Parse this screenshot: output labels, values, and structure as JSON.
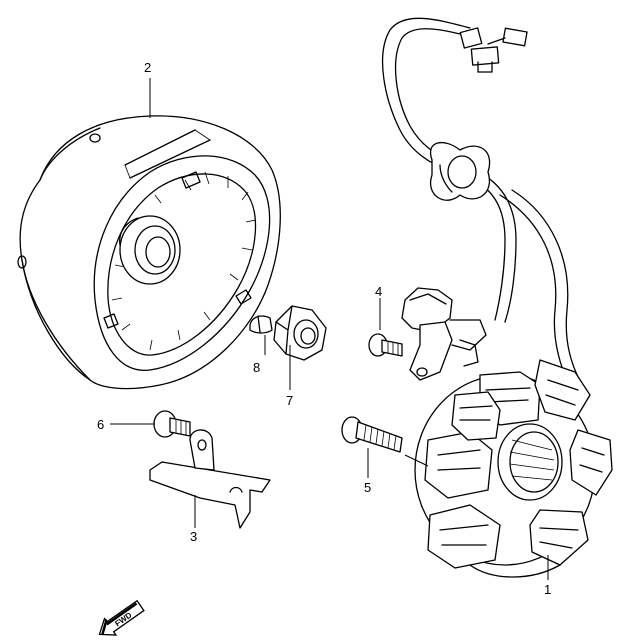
{
  "diagram": {
    "callouts": {
      "stator": "1",
      "rotor": "2",
      "bracket": "3",
      "screw_small": "4",
      "bolt": "5",
      "screw_bracket": "6",
      "nut": "7",
      "key": "8"
    },
    "direction_label": "FWD"
  }
}
